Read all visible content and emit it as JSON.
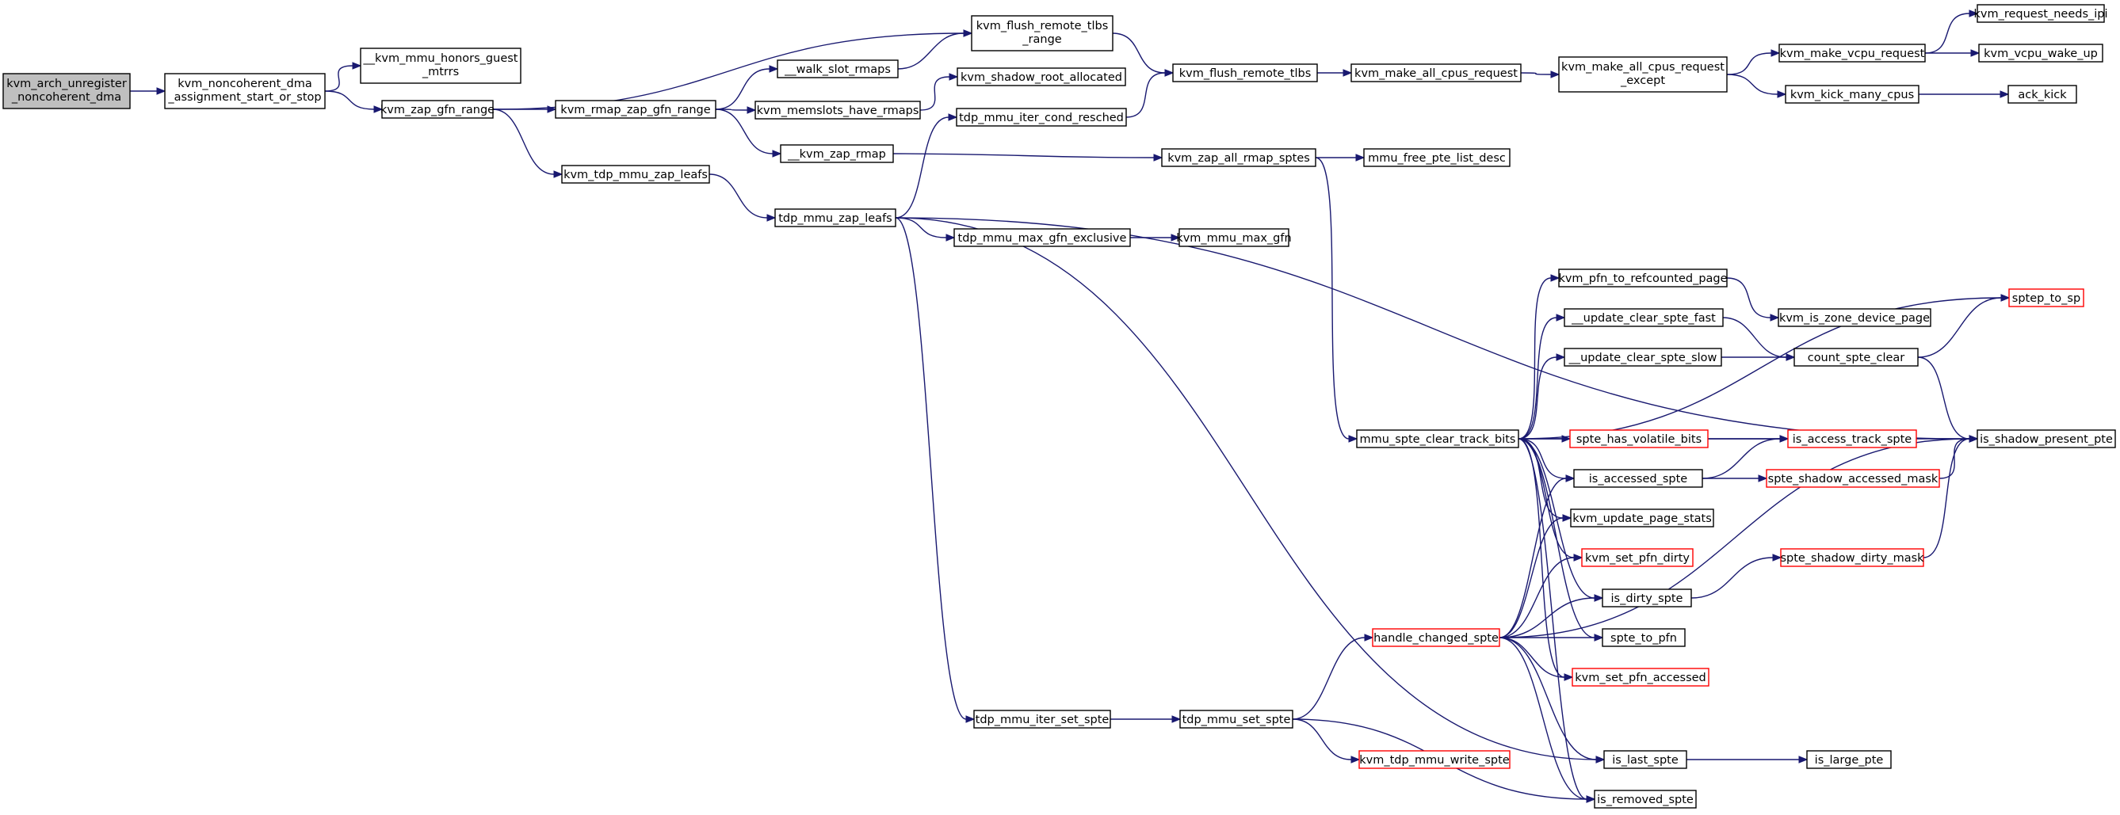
{
  "colors": {
    "edge": "#191970",
    "node_border": "#000000",
    "node_border_truncated": "#ff0000",
    "node_fill": "#ffffff",
    "root_fill": "#bfbfbf"
  },
  "nodes": [
    {
      "id": "arch",
      "lines": [
        "kvm_arch_unregister",
        "_noncoherent_dma"
      ],
      "style": "root"
    },
    {
      "id": "nonco",
      "lines": [
        "kvm_noncoherent_dma",
        "_assignment_start_or_stop"
      ],
      "style": "normal"
    },
    {
      "id": "honors",
      "lines": [
        "__kvm_mmu_honors_guest",
        "_mtrrs"
      ],
      "style": "normal"
    },
    {
      "id": "zapgfn",
      "lines": [
        "kvm_zap_gfn_range"
      ],
      "style": "normal"
    },
    {
      "id": "rmapzap",
      "lines": [
        "kvm_rmap_zap_gfn_range"
      ],
      "style": "normal"
    },
    {
      "id": "tdpzapleafs",
      "lines": [
        "kvm_tdp_mmu_zap_leafs"
      ],
      "style": "normal"
    },
    {
      "id": "flushrange",
      "lines": [
        "kvm_flush_remote_tlbs",
        "_range"
      ],
      "style": "normal"
    },
    {
      "id": "walkslot",
      "lines": [
        "__walk_slot_rmaps"
      ],
      "style": "normal"
    },
    {
      "id": "shadowroot",
      "lines": [
        "kvm_shadow_root_allocated"
      ],
      "style": "normal"
    },
    {
      "id": "memslots",
      "lines": [
        "kvm_memslots_have_rmaps"
      ],
      "style": "normal"
    },
    {
      "id": "iterresched",
      "lines": [
        "tdp_mmu_iter_cond_resched"
      ],
      "style": "normal"
    },
    {
      "id": "kvmzaprmap",
      "lines": [
        "__kvm_zap_rmap"
      ],
      "style": "normal"
    },
    {
      "id": "tdpzap",
      "lines": [
        "tdp_mmu_zap_leafs"
      ],
      "style": "normal"
    },
    {
      "id": "maxgfnex",
      "lines": [
        "tdp_mmu_max_gfn_exclusive"
      ],
      "style": "normal"
    },
    {
      "id": "maxgfn",
      "lines": [
        "kvm_mmu_max_gfn"
      ],
      "style": "normal"
    },
    {
      "id": "itersetspte",
      "lines": [
        "tdp_mmu_iter_set_spte"
      ],
      "style": "normal"
    },
    {
      "id": "setspte",
      "lines": [
        "tdp_mmu_set_spte"
      ],
      "style": "normal"
    },
    {
      "id": "flushtlbs",
      "lines": [
        "kvm_flush_remote_tlbs"
      ],
      "style": "normal"
    },
    {
      "id": "zapall",
      "lines": [
        "kvm_zap_all_rmap_sptes"
      ],
      "style": "normal"
    },
    {
      "id": "makeall",
      "lines": [
        "kvm_make_all_cpus_request"
      ],
      "style": "normal"
    },
    {
      "id": "mmufree",
      "lines": [
        "mmu_free_pte_list_desc"
      ],
      "style": "normal"
    },
    {
      "id": "makeallex",
      "lines": [
        "kvm_make_all_cpus_request",
        "_except"
      ],
      "style": "normal"
    },
    {
      "id": "makevcpu",
      "lines": [
        "kvm_make_vcpu_request"
      ],
      "style": "normal"
    },
    {
      "id": "kickmany",
      "lines": [
        "kvm_kick_many_cpus"
      ],
      "style": "normal"
    },
    {
      "id": "reqipi",
      "lines": [
        "kvm_request_needs_ipi"
      ],
      "style": "normal"
    },
    {
      "id": "vcpuwake",
      "lines": [
        "kvm_vcpu_wake_up"
      ],
      "style": "normal"
    },
    {
      "id": "ackkick",
      "lines": [
        "ack_kick"
      ],
      "style": "normal"
    },
    {
      "id": "mmuclear",
      "lines": [
        "mmu_spte_clear_track_bits"
      ],
      "style": "normal"
    },
    {
      "id": "pfnref",
      "lines": [
        "kvm_pfn_to_refcounted_page"
      ],
      "style": "normal"
    },
    {
      "id": "updfast",
      "lines": [
        "__update_clear_spte_fast"
      ],
      "style": "normal"
    },
    {
      "id": "updslow",
      "lines": [
        "__update_clear_spte_slow"
      ],
      "style": "normal"
    },
    {
      "id": "volatile",
      "lines": [
        "spte_has_volatile_bits"
      ],
      "style": "truncated"
    },
    {
      "id": "isaccessed",
      "lines": [
        "is_accessed_spte"
      ],
      "style": "normal"
    },
    {
      "id": "updstats",
      "lines": [
        "kvm_update_page_stats"
      ],
      "style": "normal"
    },
    {
      "id": "setpfndirty",
      "lines": [
        "kvm_set_pfn_dirty"
      ],
      "style": "truncated"
    },
    {
      "id": "isdirty",
      "lines": [
        "is_dirty_spte"
      ],
      "style": "normal"
    },
    {
      "id": "handle",
      "lines": [
        "handle_changed_spte"
      ],
      "style": "truncated"
    },
    {
      "id": "sptetopfn",
      "lines": [
        "spte_to_pfn"
      ],
      "style": "normal"
    },
    {
      "id": "setpfnacc",
      "lines": [
        "kvm_set_pfn_accessed"
      ],
      "style": "truncated"
    },
    {
      "id": "writespte",
      "lines": [
        "kvm_tdp_mmu_write_spte"
      ],
      "style": "truncated"
    },
    {
      "id": "islast",
      "lines": [
        "is_last_spte"
      ],
      "style": "normal"
    },
    {
      "id": "isremoved",
      "lines": [
        "is_removed_spte"
      ],
      "style": "normal"
    },
    {
      "id": "zonedev",
      "lines": [
        "kvm_is_zone_device_page"
      ],
      "style": "normal"
    },
    {
      "id": "countclear",
      "lines": [
        "count_spte_clear"
      ],
      "style": "normal"
    },
    {
      "id": "isaccesstrack",
      "lines": [
        "is_access_track_spte"
      ],
      "style": "truncated"
    },
    {
      "id": "shadowaccmask",
      "lines": [
        "spte_shadow_accessed_mask"
      ],
      "style": "truncated"
    },
    {
      "id": "shadowdirtymask",
      "lines": [
        "spte_shadow_dirty_mask"
      ],
      "style": "truncated"
    },
    {
      "id": "islarge",
      "lines": [
        "is_large_pte"
      ],
      "style": "normal"
    },
    {
      "id": "spteptosp",
      "lines": [
        "sptep_to_sp"
      ],
      "style": "truncated"
    },
    {
      "id": "isshadowpresent",
      "lines": [
        "is_shadow_present_pte"
      ],
      "style": "normal"
    }
  ],
  "edges": [
    [
      "arch",
      "nonco"
    ],
    [
      "nonco",
      "honors"
    ],
    [
      "nonco",
      "zapgfn"
    ],
    [
      "zapgfn",
      "flushrange"
    ],
    [
      "zapgfn",
      "rmapzap"
    ],
    [
      "zapgfn",
      "tdpzapleafs"
    ],
    [
      "rmapzap",
      "walkslot"
    ],
    [
      "rmapzap",
      "memslots"
    ],
    [
      "rmapzap",
      "kvmzaprmap"
    ],
    [
      "walkslot",
      "flushrange"
    ],
    [
      "memslots",
      "shadowroot"
    ],
    [
      "flushrange",
      "flushtlbs"
    ],
    [
      "iterresched",
      "flushtlbs"
    ],
    [
      "kvmzaprmap",
      "zapall"
    ],
    [
      "tdpzapleafs",
      "tdpzap"
    ],
    [
      "tdpzap",
      "iterresched"
    ],
    [
      "tdpzap",
      "maxgfnex"
    ],
    [
      "tdpzap",
      "itersetspte"
    ],
    [
      "tdpzap",
      "isshadowpresent"
    ],
    [
      "tdpzap",
      "islast"
    ],
    [
      "maxgfnex",
      "maxgfn"
    ],
    [
      "itersetspte",
      "setspte"
    ],
    [
      "setspte",
      "handle"
    ],
    [
      "setspte",
      "writespte"
    ],
    [
      "setspte",
      "isremoved"
    ],
    [
      "flushtlbs",
      "makeall"
    ],
    [
      "makeall",
      "makeallex"
    ],
    [
      "makeallex",
      "makevcpu"
    ],
    [
      "makeallex",
      "kickmany"
    ],
    [
      "makevcpu",
      "reqipi"
    ],
    [
      "makevcpu",
      "vcpuwake"
    ],
    [
      "kickmany",
      "ackkick"
    ],
    [
      "zapall",
      "mmufree"
    ],
    [
      "zapall",
      "mmuclear"
    ],
    [
      "mmuclear",
      "pfnref"
    ],
    [
      "mmuclear",
      "updfast"
    ],
    [
      "mmuclear",
      "updslow"
    ],
    [
      "mmuclear",
      "volatile"
    ],
    [
      "mmuclear",
      "isaccessed"
    ],
    [
      "mmuclear",
      "updstats"
    ],
    [
      "mmuclear",
      "setpfndirty"
    ],
    [
      "mmuclear",
      "isdirty"
    ],
    [
      "mmuclear",
      "sptetopfn"
    ],
    [
      "mmuclear",
      "setpfnacc"
    ],
    [
      "mmuclear",
      "isshadowpresent"
    ],
    [
      "mmuclear",
      "spteptosp"
    ],
    [
      "mmuclear",
      "isremoved"
    ],
    [
      "pfnref",
      "zonedev"
    ],
    [
      "updfast",
      "countclear"
    ],
    [
      "updslow",
      "countclear"
    ],
    [
      "countclear",
      "spteptosp"
    ],
    [
      "countclear",
      "isshadowpresent"
    ],
    [
      "volatile",
      "isaccesstrack"
    ],
    [
      "isaccessed",
      "isaccesstrack"
    ],
    [
      "isaccessed",
      "shadowaccmask"
    ],
    [
      "shadowaccmask",
      "isshadowpresent"
    ],
    [
      "isdirty",
      "shadowdirtymask"
    ],
    [
      "shadowdirtymask",
      "isshadowpresent"
    ],
    [
      "handle",
      "isaccessed"
    ],
    [
      "handle",
      "updstats"
    ],
    [
      "handle",
      "setpfndirty"
    ],
    [
      "handle",
      "isdirty"
    ],
    [
      "handle",
      "sptetopfn"
    ],
    [
      "handle",
      "setpfnacc"
    ],
    [
      "handle",
      "islast"
    ],
    [
      "handle",
      "isremoved"
    ],
    [
      "handle",
      "isshadowpresent"
    ],
    [
      "islast",
      "islarge"
    ]
  ]
}
